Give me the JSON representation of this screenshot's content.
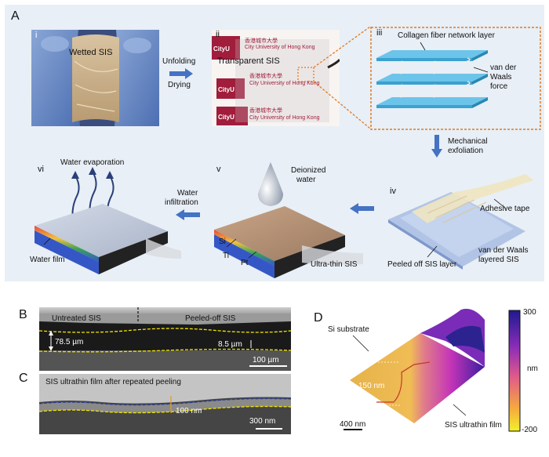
{
  "figure": {
    "panel_a": {
      "letter": "A",
      "steps": {
        "i": {
          "numeral": "i",
          "label": "Wetted SIS"
        },
        "ii": {
          "numeral": "ii",
          "label": "Transparent SIS",
          "logo_text": "CityU",
          "cn_text": "香港城市大學",
          "en_text": "City University of Hong Kong"
        },
        "iii": {
          "numeral": "iii",
          "top_label": "Collagen fiber network layer",
          "force_label_1": "van der",
          "force_label_2": "Waals",
          "force_label_3": "force"
        },
        "iv": {
          "numeral": "iv",
          "tape_label": "Adhesive tape",
          "peeled_label": "Peeled off SIS layer",
          "layered_label_1": "van der Waals",
          "layered_label_2": "layered SIS"
        },
        "v": {
          "numeral": "v",
          "drop_label_1": "Deionized",
          "drop_label_2": "water",
          "si": "Si",
          "ti": "Ti",
          "pt": "Pt",
          "film_label": "Ultra-thin SIS"
        },
        "vi": {
          "numeral": "vi",
          "evap_label": "Water evaporation",
          "film_label": "Water film"
        }
      },
      "arrows": {
        "unfold_1": "Unfolding",
        "unfold_2": "Drying",
        "exfol_1": "Mechanical",
        "exfol_2": "exfoliation",
        "infil_1": "Water",
        "infil_2": "infiltration"
      }
    },
    "panel_b": {
      "letter": "B",
      "left_label": "Untreated SIS",
      "right_label": "Peeled-off SIS",
      "thick_1": "78.5 µm",
      "thick_2": "8.5 µm",
      "scale": "100 µm"
    },
    "panel_c": {
      "letter": "C",
      "title": "SIS ultrathin film after repeated peeling",
      "thick": "100 nm",
      "scale": "300 nm"
    },
    "panel_d": {
      "letter": "D",
      "substrate_label": "Si substrate",
      "step_label": "150 nm",
      "film_label": "SIS ultrathin film",
      "scale": "400 nm",
      "colorbar": {
        "max": "300",
        "min": "-200",
        "unit": "nm"
      }
    }
  },
  "colors": {
    "panel_bg": "#e8eff6",
    "arrow_blue": "#4472c4",
    "dash_orange": "#e07b24",
    "dash_yellow": "#f2e600",
    "dash_navy": "#2c3d8f"
  }
}
